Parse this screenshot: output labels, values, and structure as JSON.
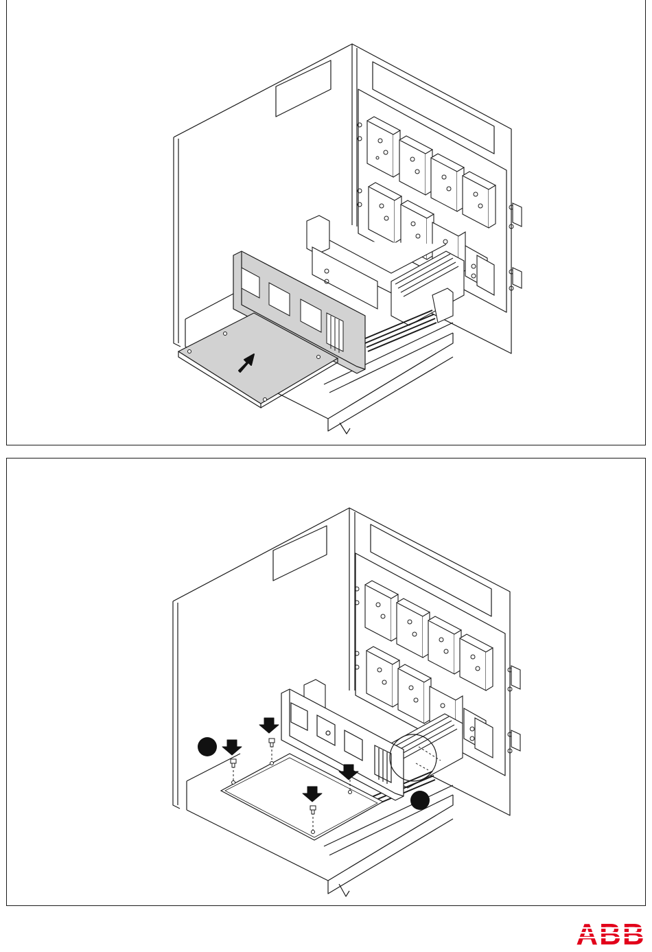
{
  "document": {
    "figures": [
      {
        "id": "insert-plate-step",
        "callouts": []
      },
      {
        "id": "fasten-plate-step",
        "callouts": [
          "",
          ""
        ]
      }
    ]
  },
  "brand": {
    "logo_text": "ABB",
    "color": "#e2001a"
  },
  "colors": {
    "line": "#1a1a1a",
    "plate_fill": "#d2d2d2",
    "arrow": "#111111"
  },
  "icons": {
    "insert_arrow": "arrow-icon",
    "screw_arrow": "arrow-down-icon",
    "callout": "callout-circle",
    "detail": "magnifier-circle"
  }
}
